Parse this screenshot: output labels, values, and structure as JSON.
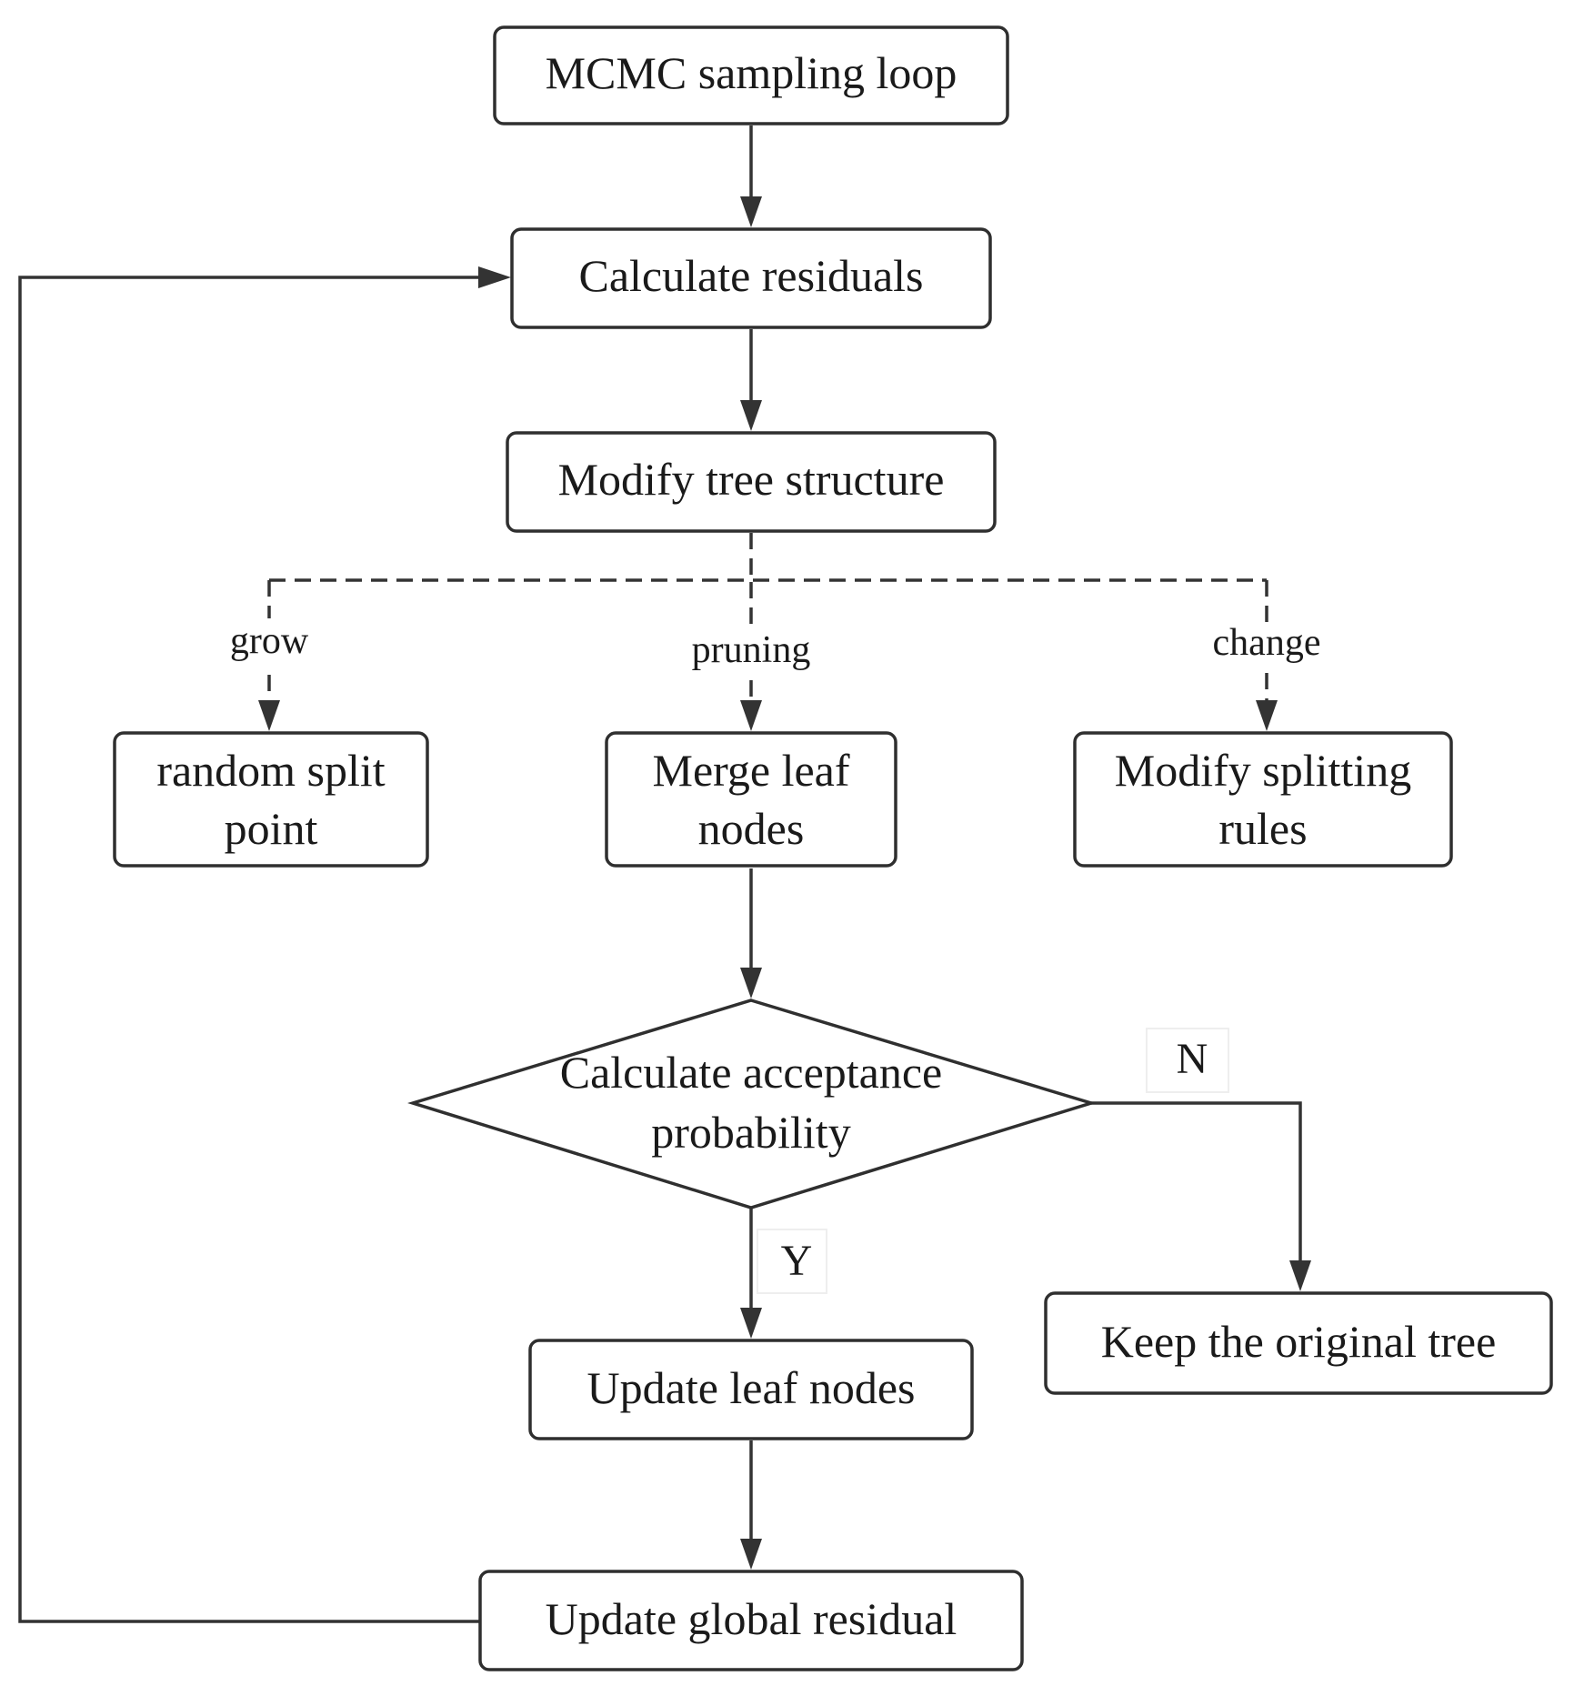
{
  "diagram": {
    "nodes": {
      "mcmc_loop": {
        "lines": [
          "MCMC sampling loop"
        ]
      },
      "calc_residuals": {
        "lines": [
          "Calculate residuals"
        ]
      },
      "modify_tree": {
        "lines": [
          "Modify tree structure"
        ]
      },
      "random_split": {
        "lines": [
          "random split",
          "point"
        ]
      },
      "merge_leaf": {
        "lines": [
          "Merge leaf",
          "nodes"
        ]
      },
      "modify_rules": {
        "lines": [
          "Modify splitting",
          "rules"
        ]
      },
      "acceptance": {
        "lines": [
          "Calculate acceptance",
          "probability"
        ]
      },
      "update_leaf": {
        "lines": [
          "Update leaf nodes"
        ]
      },
      "keep_tree": {
        "lines": [
          "Keep the original tree"
        ]
      },
      "update_global": {
        "lines": [
          "Update global residual"
        ]
      }
    },
    "edge_labels": {
      "grow": "grow",
      "pruning": "pruning",
      "change": "change",
      "yes": "Y",
      "no": "N"
    }
  }
}
